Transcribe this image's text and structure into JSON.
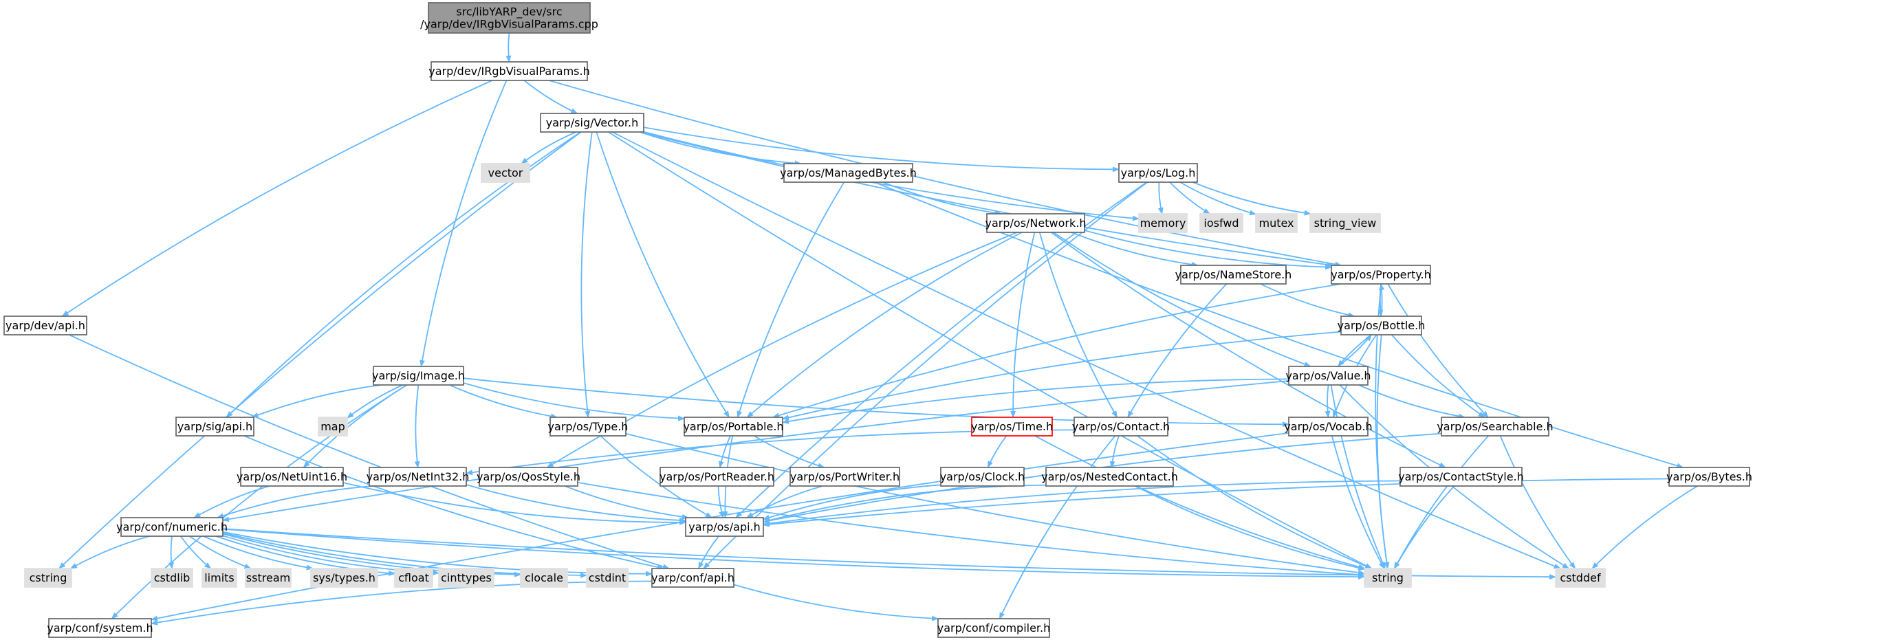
{
  "diagram": {
    "title_lines": [
      "src/libYARP_dev/src",
      "/yarp/dev/IRgbVisualParams.cpp"
    ],
    "colors": {
      "edge": "#63b8ff",
      "root_fill": "#999999",
      "root_border": "#666666",
      "node_fill": "#ffffff",
      "node_border": "#666666",
      "system_fill": "#e0e0e0",
      "system_border": "#e0e0e0",
      "highlight_border": "#ff0000"
    },
    "nodes": [
      {
        "id": "root",
        "label": "src/libYARP_dev/src\n/yarp/dev/IRgbVisualParams.cpp",
        "kind": "root"
      },
      {
        "id": "irgb",
        "label": "yarp/dev/IRgbVisualParams.h",
        "kind": "header"
      },
      {
        "id": "devapi",
        "label": "yarp/dev/api.h",
        "kind": "header"
      },
      {
        "id": "vector_h",
        "label": "yarp/sig/Vector.h",
        "kind": "header"
      },
      {
        "id": "image_h",
        "label": "yarp/sig/Image.h",
        "kind": "header"
      },
      {
        "id": "vector",
        "label": "vector",
        "kind": "system"
      },
      {
        "id": "managedbytes",
        "label": "yarp/os/ManagedBytes.h",
        "kind": "header"
      },
      {
        "id": "log_h",
        "label": "yarp/os/Log.h",
        "kind": "header"
      },
      {
        "id": "memory",
        "label": "memory",
        "kind": "system"
      },
      {
        "id": "iosfwd",
        "label": "iosfwd",
        "kind": "system"
      },
      {
        "id": "mutex",
        "label": "mutex",
        "kind": "system"
      },
      {
        "id": "string_view",
        "label": "string_view",
        "kind": "system"
      },
      {
        "id": "network",
        "label": "yarp/os/Network.h",
        "kind": "header"
      },
      {
        "id": "namestore",
        "label": "yarp/os/NameStore.h",
        "kind": "header"
      },
      {
        "id": "property",
        "label": "yarp/os/Property.h",
        "kind": "header"
      },
      {
        "id": "bottle",
        "label": "yarp/os/Bottle.h",
        "kind": "header"
      },
      {
        "id": "value",
        "label": "yarp/os/Value.h",
        "kind": "header"
      },
      {
        "id": "sigapi",
        "label": "yarp/sig/api.h",
        "kind": "header"
      },
      {
        "id": "map",
        "label": "map",
        "kind": "system"
      },
      {
        "id": "type_h",
        "label": "yarp/os/Type.h",
        "kind": "header"
      },
      {
        "id": "portable",
        "label": "yarp/os/Portable.h",
        "kind": "header"
      },
      {
        "id": "time_h",
        "label": "yarp/os/Time.h",
        "kind": "highlight"
      },
      {
        "id": "contact",
        "label": "yarp/os/Contact.h",
        "kind": "header"
      },
      {
        "id": "vocab",
        "label": "yarp/os/Vocab.h",
        "kind": "header"
      },
      {
        "id": "searchable",
        "label": "yarp/os/Searchable.h",
        "kind": "header"
      },
      {
        "id": "netuint16",
        "label": "yarp/os/NetUint16.h",
        "kind": "header"
      },
      {
        "id": "netint32",
        "label": "yarp/os/NetInt32.h",
        "kind": "header"
      },
      {
        "id": "qosstyle",
        "label": "yarp/os/QosStyle.h",
        "kind": "header"
      },
      {
        "id": "portreader",
        "label": "yarp/os/PortReader.h",
        "kind": "header"
      },
      {
        "id": "portwriter",
        "label": "yarp/os/PortWriter.h",
        "kind": "header"
      },
      {
        "id": "clock",
        "label": "yarp/os/Clock.h",
        "kind": "header"
      },
      {
        "id": "nestedcontact",
        "label": "yarp/os/NestedContact.h",
        "kind": "header"
      },
      {
        "id": "contactstyle",
        "label": "yarp/os/ContactStyle.h",
        "kind": "header"
      },
      {
        "id": "bytes",
        "label": "yarp/os/Bytes.h",
        "kind": "header"
      },
      {
        "id": "numeric",
        "label": "yarp/conf/numeric.h",
        "kind": "header"
      },
      {
        "id": "osapi",
        "label": "yarp/os/api.h",
        "kind": "header"
      },
      {
        "id": "cstring",
        "label": "cstring",
        "kind": "system"
      },
      {
        "id": "cstdlib",
        "label": "cstdlib",
        "kind": "system"
      },
      {
        "id": "limits",
        "label": "limits",
        "kind": "system"
      },
      {
        "id": "sstream",
        "label": "sstream",
        "kind": "system"
      },
      {
        "id": "systypes",
        "label": "sys/types.h",
        "kind": "system"
      },
      {
        "id": "cfloat",
        "label": "cfloat",
        "kind": "system"
      },
      {
        "id": "cinttypes",
        "label": "cinttypes",
        "kind": "system"
      },
      {
        "id": "clocale",
        "label": "clocale",
        "kind": "system"
      },
      {
        "id": "cstdint",
        "label": "cstdint",
        "kind": "system"
      },
      {
        "id": "confapi",
        "label": "yarp/conf/api.h",
        "kind": "header"
      },
      {
        "id": "string",
        "label": "string",
        "kind": "system"
      },
      {
        "id": "cstddef",
        "label": "cstddef",
        "kind": "system"
      },
      {
        "id": "system_h",
        "label": "yarp/conf/system.h",
        "kind": "header"
      },
      {
        "id": "compiler_h",
        "label": "yarp/conf/compiler.h",
        "kind": "header"
      }
    ],
    "edges": [
      [
        "root",
        "irgb"
      ],
      [
        "irgb",
        "devapi"
      ],
      [
        "irgb",
        "vector_h"
      ],
      [
        "irgb",
        "image_h"
      ],
      [
        "irgb",
        "property"
      ],
      [
        "devapi",
        "confapi"
      ],
      [
        "vector_h",
        "cstring"
      ],
      [
        "vector_h",
        "sigapi"
      ],
      [
        "vector_h",
        "vector"
      ],
      [
        "vector_h",
        "type_h"
      ],
      [
        "vector_h",
        "portable"
      ],
      [
        "vector_h",
        "managedbytes"
      ],
      [
        "vector_h",
        "log_h"
      ],
      [
        "vector_h",
        "memory"
      ],
      [
        "vector_h",
        "property"
      ],
      [
        "vector_h",
        "string"
      ],
      [
        "vector_h",
        "cstddef"
      ],
      [
        "managedbytes",
        "network"
      ],
      [
        "managedbytes",
        "portable"
      ],
      [
        "managedbytes",
        "bytes"
      ],
      [
        "log_h",
        "memory"
      ],
      [
        "log_h",
        "iosfwd"
      ],
      [
        "log_h",
        "mutex"
      ],
      [
        "log_h",
        "string_view"
      ],
      [
        "log_h",
        "osapi"
      ],
      [
        "log_h",
        "confapi"
      ],
      [
        "network",
        "namestore"
      ],
      [
        "network",
        "property"
      ],
      [
        "network",
        "value"
      ],
      [
        "network",
        "portable"
      ],
      [
        "network",
        "time_h"
      ],
      [
        "network",
        "contact"
      ],
      [
        "network",
        "qosstyle"
      ],
      [
        "network",
        "contactstyle"
      ],
      [
        "namestore",
        "bottle"
      ],
      [
        "namestore",
        "contact"
      ],
      [
        "property",
        "bottle"
      ],
      [
        "property",
        "searchable"
      ],
      [
        "property",
        "portable"
      ],
      [
        "property",
        "string"
      ],
      [
        "bottle",
        "property"
      ],
      [
        "bottle",
        "value"
      ],
      [
        "bottle",
        "portable"
      ],
      [
        "bottle",
        "searchable"
      ],
      [
        "bottle",
        "vocab"
      ],
      [
        "bottle",
        "string"
      ],
      [
        "value",
        "bottle"
      ],
      [
        "value",
        "portable"
      ],
      [
        "value",
        "vocab"
      ],
      [
        "value",
        "searchable"
      ],
      [
        "value",
        "string"
      ],
      [
        "value",
        "cstddef"
      ],
      [
        "value",
        "numeric"
      ],
      [
        "image_h",
        "sigapi"
      ],
      [
        "image_h",
        "map"
      ],
      [
        "image_h",
        "type_h"
      ],
      [
        "image_h",
        "portable"
      ],
      [
        "image_h",
        "netuint16"
      ],
      [
        "image_h",
        "netint32"
      ],
      [
        "image_h",
        "vocab"
      ],
      [
        "image_h",
        "system_h"
      ],
      [
        "sigapi",
        "confapi"
      ],
      [
        "type_h",
        "osapi"
      ],
      [
        "type_h",
        "string"
      ],
      [
        "portable",
        "portreader"
      ],
      [
        "portable",
        "portwriter"
      ],
      [
        "portable",
        "osapi"
      ],
      [
        "time_h",
        "clock"
      ],
      [
        "time_h",
        "string"
      ],
      [
        "contact",
        "nestedcontact"
      ],
      [
        "contact",
        "string"
      ],
      [
        "contact",
        "compiler_h"
      ],
      [
        "contact",
        "netint32"
      ],
      [
        "vocab",
        "string"
      ],
      [
        "vocab",
        "system_h"
      ],
      [
        "searchable",
        "osapi"
      ],
      [
        "searchable",
        "string"
      ],
      [
        "searchable",
        "cstddef"
      ],
      [
        "netuint16",
        "numeric"
      ],
      [
        "netuint16",
        "osapi"
      ],
      [
        "netint32",
        "numeric"
      ],
      [
        "netint32",
        "osapi"
      ],
      [
        "qosstyle",
        "osapi"
      ],
      [
        "qosstyle",
        "string"
      ],
      [
        "portreader",
        "osapi"
      ],
      [
        "portwriter",
        "osapi"
      ],
      [
        "clock",
        "osapi"
      ],
      [
        "nestedcontact",
        "osapi"
      ],
      [
        "nestedcontact",
        "string"
      ],
      [
        "contactstyle",
        "osapi"
      ],
      [
        "contactstyle",
        "string"
      ],
      [
        "bytes",
        "osapi"
      ],
      [
        "bytes",
        "cstddef"
      ],
      [
        "osapi",
        "confapi"
      ],
      [
        "numeric",
        "cstring"
      ],
      [
        "numeric",
        "cstdlib"
      ],
      [
        "numeric",
        "limits"
      ],
      [
        "numeric",
        "sstream"
      ],
      [
        "numeric",
        "systypes"
      ],
      [
        "numeric",
        "cfloat"
      ],
      [
        "numeric",
        "cinttypes"
      ],
      [
        "numeric",
        "clocale"
      ],
      [
        "numeric",
        "cstdint"
      ],
      [
        "numeric",
        "confapi"
      ],
      [
        "numeric",
        "string"
      ],
      [
        "numeric",
        "cstddef"
      ],
      [
        "confapi",
        "system_h"
      ],
      [
        "confapi",
        "compiler_h"
      ]
    ]
  }
}
